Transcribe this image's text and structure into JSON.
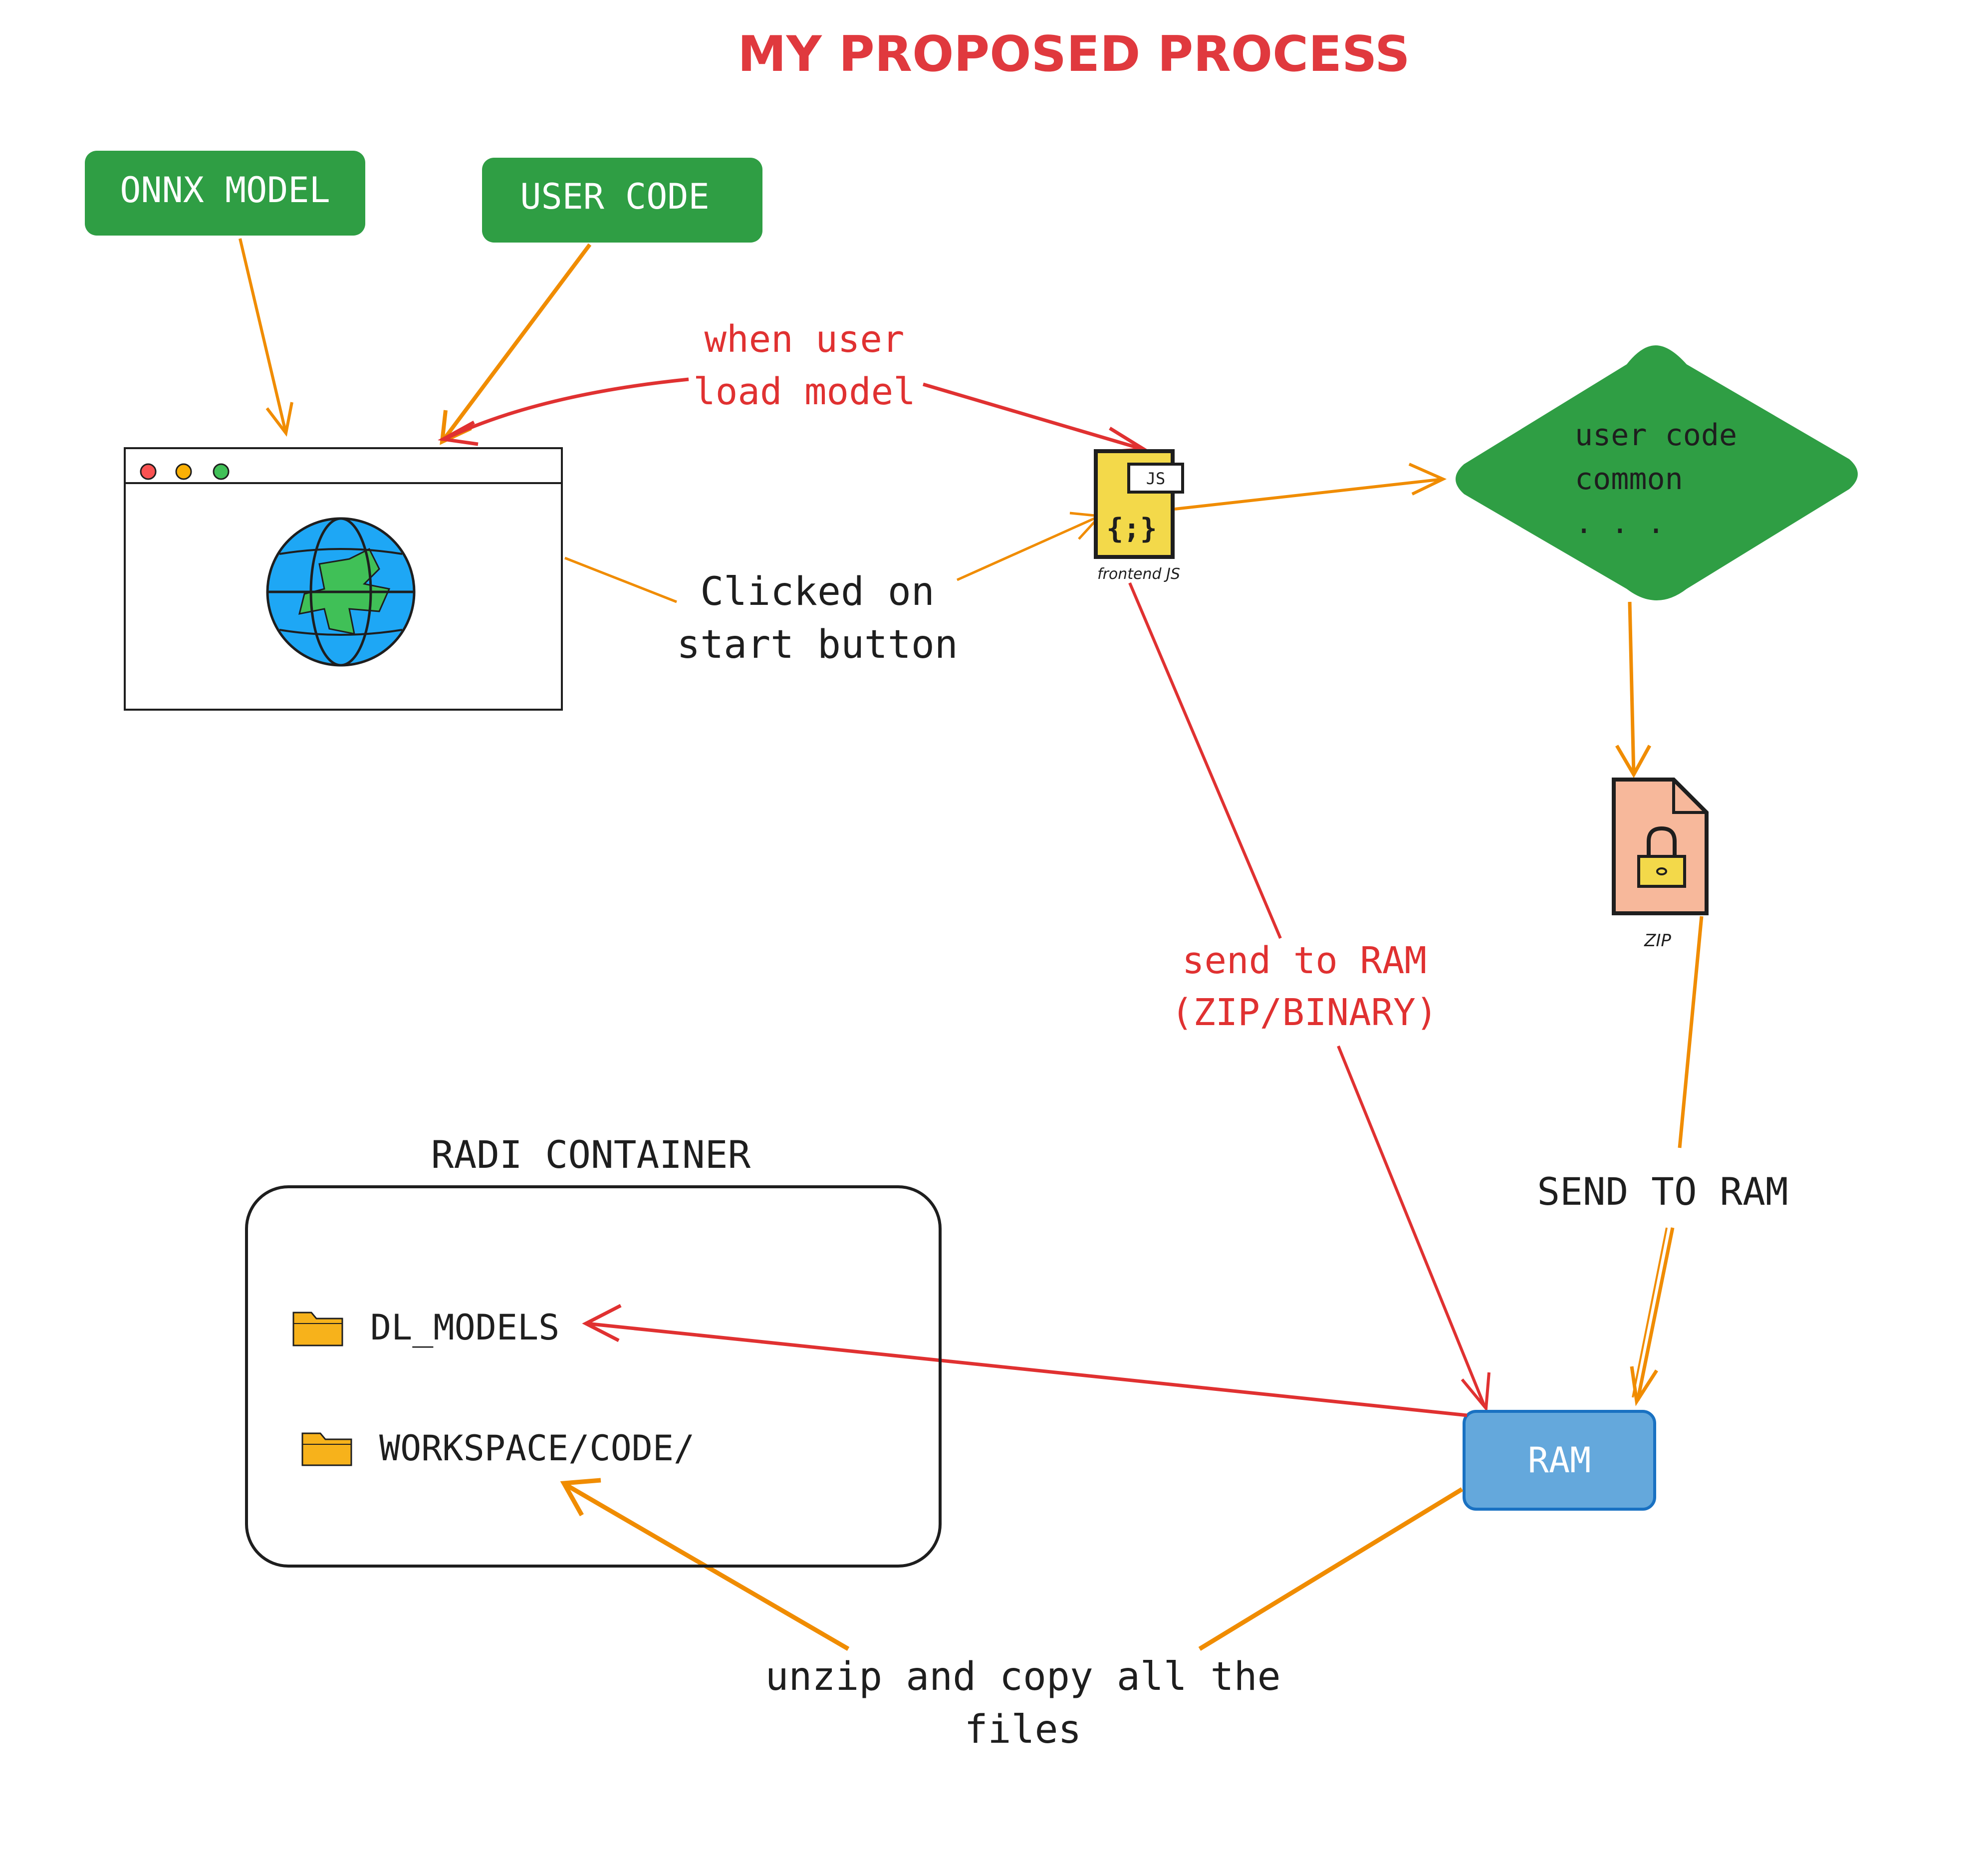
{
  "title": "MY PROPOSED PROCESS",
  "colors": {
    "title_red": "#e0393e",
    "green": "#2f9e44",
    "orange": "#f08c00",
    "red": "#e03131",
    "ram_blue": "#64a8dc",
    "js_yellow": "#f3d94a",
    "zip_peach": "#f7b89b",
    "folder": "#f7b21b",
    "globe_blue": "#1ea7f5",
    "globe_green": "#40c057"
  },
  "nodes": {
    "onnx_model": "ONNX MODEL",
    "user_code": "USER CODE",
    "js_tag": "JS",
    "js_caption": "frontend JS",
    "diamond_line1": "user code",
    "diamond_line2": "common",
    "diamond_line3": ". . .",
    "zip_caption": "ZIP",
    "ram": "RAM",
    "container_title": "RADI CONTAINER",
    "folder1": "DL_MODELS",
    "folder2": "WORKSPACE/CODE/"
  },
  "edge_labels": {
    "load_line1": "when user",
    "load_line2": "load model",
    "start_line1": "Clicked on",
    "start_line2": "start button",
    "send_red_line1": "send to RAM",
    "send_red_line2": "(ZIP/BINARY)",
    "send_orange": "SEND TO RAM",
    "unzip_line1": "unzip and copy all the",
    "unzip_line2": "files"
  },
  "icons": {
    "browser": "browser-window-icon",
    "globe": "globe-icon",
    "js_file": "js-file-icon",
    "zip_file": "zip-file-icon",
    "lock": "lock-icon",
    "folder": "folder-icon"
  }
}
